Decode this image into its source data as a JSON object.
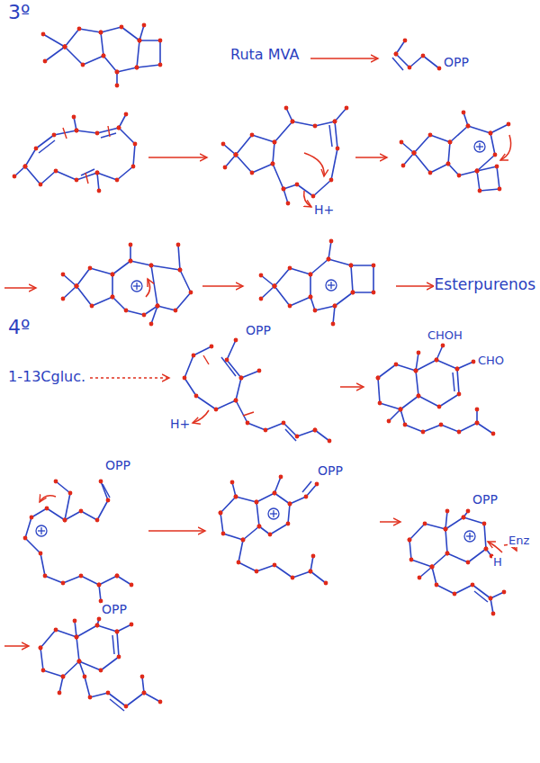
{
  "diagram": {
    "labels": [
      "3º",
      "Ruta MVA",
      "OPP",
      "H+",
      "Esterpurenos",
      "4º",
      "1-13Cgluc.",
      "OPP",
      "H+",
      "CHOH",
      "CHO",
      "OPP",
      "OPP",
      "OPP",
      "H",
      "Enz",
      "OPP"
    ]
  }
}
